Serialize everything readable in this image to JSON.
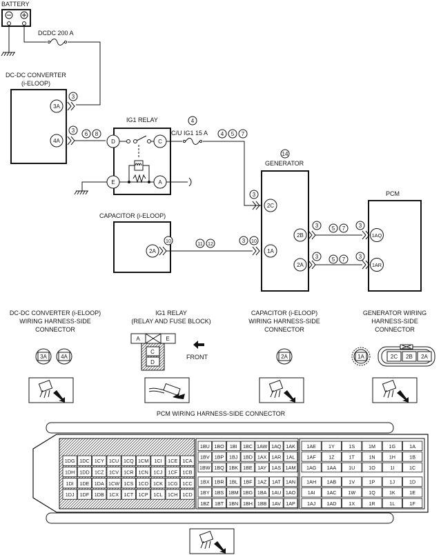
{
  "schematic": {
    "battery": "BATTERY",
    "dcdc_fuse": "DCDC 200 A",
    "dcdc_title": [
      "DC-DC CONVERTER",
      "(i-ELOOP)"
    ],
    "ig1_relay": "IG1 RELAY",
    "cu_fuse": "C/U IG1 15 A",
    "generator": "GENERATOR",
    "pcm": "PCM",
    "capacitor": "CAPACITOR (i-ELOOP)",
    "pins": {
      "dcdc_3a": "3A",
      "dcdc_4a": "4A",
      "relay_d": "D",
      "relay_c": "C",
      "relay_e": "E",
      "relay_a": "A",
      "gen_2c": "2C",
      "gen_1a": "1A",
      "gen_2b": "2B",
      "gen_2a": "2A",
      "pcm_1aq": "1AQ",
      "pcm_1ar": "1AR",
      "cap_2a": "2A"
    },
    "notes": {
      "n_3a": "3",
      "n_4a": "3",
      "n_6": "6",
      "n_8": "8",
      "n_4_top": "4",
      "n_4": "4",
      "n_5": "5",
      "n_7": "7",
      "n_14": "14",
      "n_2c": "3",
      "n_cap10": "10",
      "n_11": "11",
      "n_12": "12",
      "n_g3": "3",
      "n_g10": "10",
      "n_2b_3": "3",
      "n_2b_5": "5",
      "n_2b_7": "7",
      "n_1aq_3": "3",
      "n_2a_3": "3",
      "n_2a_5": "5",
      "n_2a_7": "7",
      "n_1ar_3": "3"
    }
  },
  "connectors": {
    "dcdc": {
      "title": [
        "DC-DC CONVERTER (i-ELOOP)",
        "WIRING HARNESS-SIDE",
        "CONNECTOR"
      ],
      "pins": [
        "3A",
        "4A"
      ]
    },
    "relay": {
      "title": [
        "IG1 RELAY",
        "(RELAY AND FUSE BLOCK)"
      ],
      "pins": [
        "A",
        "E",
        "C",
        "D"
      ],
      "front": "FRONT"
    },
    "cap": {
      "title": [
        "CAPACITOR (i-ELOOP)",
        "WIRING HARNESS-SIDE",
        "CONNECTOR"
      ],
      "pins": [
        "2A"
      ]
    },
    "gen": {
      "title": [
        "GENERATOR WIRING",
        "HARNESS-SIDE",
        "CONNECTOR"
      ],
      "pins": [
        "1A",
        "2C",
        "2B",
        "2A"
      ]
    }
  },
  "pcm_connector": {
    "title": "PCM WIRING HARNESS-SIDE CONNECTOR",
    "left_block": [
      [
        "1DG",
        "1DC",
        "1CY",
        "1CU",
        "1CQ",
        "1CM",
        "1CI",
        "1CE",
        "1CA"
      ],
      [
        "1DH",
        "1DD",
        "1CZ",
        "1CV",
        "1CR",
        "1CN",
        "1CJ",
        "1CF",
        "1CB"
      ],
      [
        "1DI",
        "1DE",
        "1DA",
        "1CW",
        "1CS",
        "1CO",
        "1CK",
        "1CG",
        "1CC"
      ],
      [
        "1DJ",
        "1DF",
        "1DB",
        "1CX",
        "1CT",
        "1CP",
        "1CL",
        "1CH",
        "1CD"
      ]
    ],
    "middle_block": [
      [
        "1BU",
        "1BO",
        "1BI",
        "1BC",
        "1AW",
        "1AQ",
        "1AK"
      ],
      [
        "1BV",
        "1BP",
        "1BJ",
        "1BD",
        "1AX",
        "1AR",
        "1AL"
      ],
      [
        "1BW",
        "1BQ",
        "1BK",
        "1BE",
        "1AY",
        "1AS",
        "1AM"
      ],
      [
        "1BX",
        "1BR",
        "1BL",
        "1BF",
        "1AZ",
        "1AT",
        "1AN"
      ],
      [
        "1BY",
        "1BS",
        "1BM",
        "1BG",
        "1BA",
        "1AU",
        "1AO"
      ],
      [
        "1BZ",
        "1BT",
        "1BN",
        "1BH",
        "1BB",
        "1AV",
        "1AP"
      ]
    ],
    "right_block": [
      [
        "1AE",
        "1Y",
        "1S",
        "1M",
        "1G",
        "1A"
      ],
      [
        "1AF",
        "1Z",
        "1T",
        "1N",
        "1H",
        "1B"
      ],
      [
        "1AG",
        "1AA",
        "1U",
        "1O",
        "1I",
        "1C"
      ],
      [
        "1AH",
        "1AB",
        "1V",
        "1P",
        "1J",
        "1D"
      ],
      [
        "1AI",
        "1AC",
        "1W",
        "1Q",
        "1K",
        "1E"
      ],
      [
        "1AJ",
        "1AD",
        "1X",
        "1R",
        "1L",
        "1F"
      ]
    ]
  }
}
